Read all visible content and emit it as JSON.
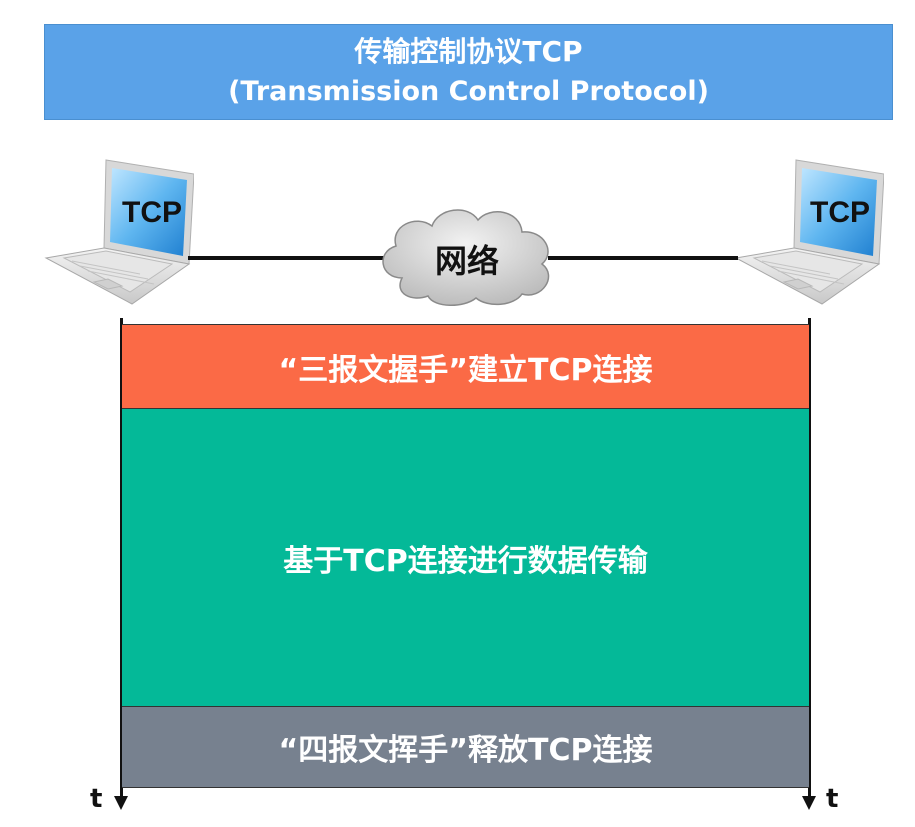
{
  "title": {
    "line1": "传输控制协议TCP",
    "line2": "(Transmission Control Protocol)",
    "color": "#5aa2e8"
  },
  "hosts": {
    "left_label": "TCP",
    "right_label": "TCP"
  },
  "network": {
    "label": "网络"
  },
  "phases": [
    {
      "label": "“三报文握手”建立TCP连接",
      "color": "#fb6a46"
    },
    {
      "label": "基于TCP连接进行数据传输",
      "color": "#04b998"
    },
    {
      "label": "“四报文挥手”释放TCP连接",
      "color": "#77818f"
    }
  ],
  "time_axis": {
    "left_label": "t",
    "right_label": "t"
  }
}
